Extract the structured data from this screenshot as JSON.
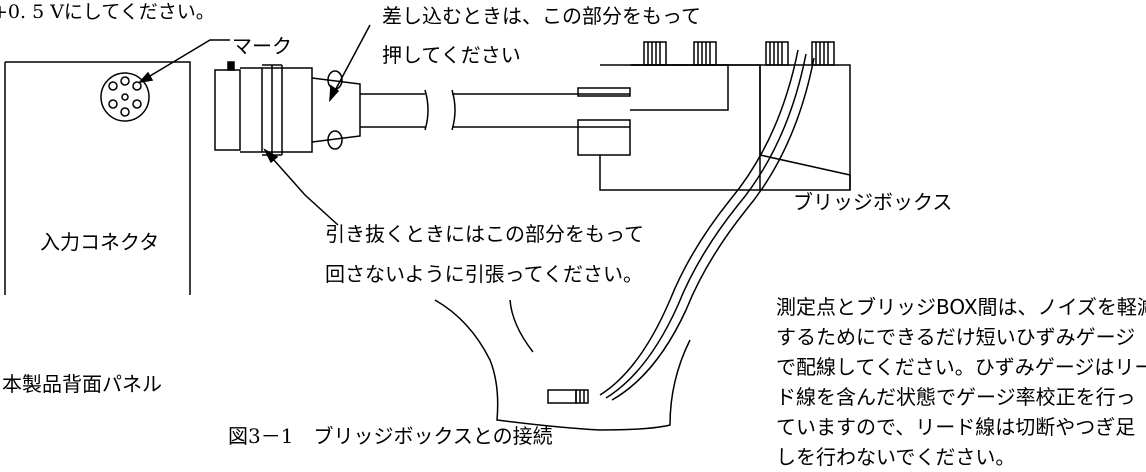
{
  "header_text": "+0. 5 Vにしてください。",
  "label_mark": "マーク",
  "label_push": [
    "差し込むときは、この部分をもって",
    "押してください"
  ],
  "label_pull": [
    "引き抜くときにはこの部分をもって",
    "回さないように引張ってください。"
  ],
  "label_connector": "入力コネクタ",
  "label_bridge_box": "ブリッジボックス",
  "label_panel": "本製品背面パネル",
  "caption": "図3－1　ブリッジボックスとの接続",
  "note_lines": [
    "測定点とブリッジBOX間は、ノイズを軽減",
    "するためにできるだけ短いひずみゲージ",
    "で配線してください。ひずみゲージはリー",
    "ド線を含んだ状態でゲージ率校正を行っ",
    "ていますので、リード線は切断やつぎ足",
    "しを行わないでください。"
  ]
}
